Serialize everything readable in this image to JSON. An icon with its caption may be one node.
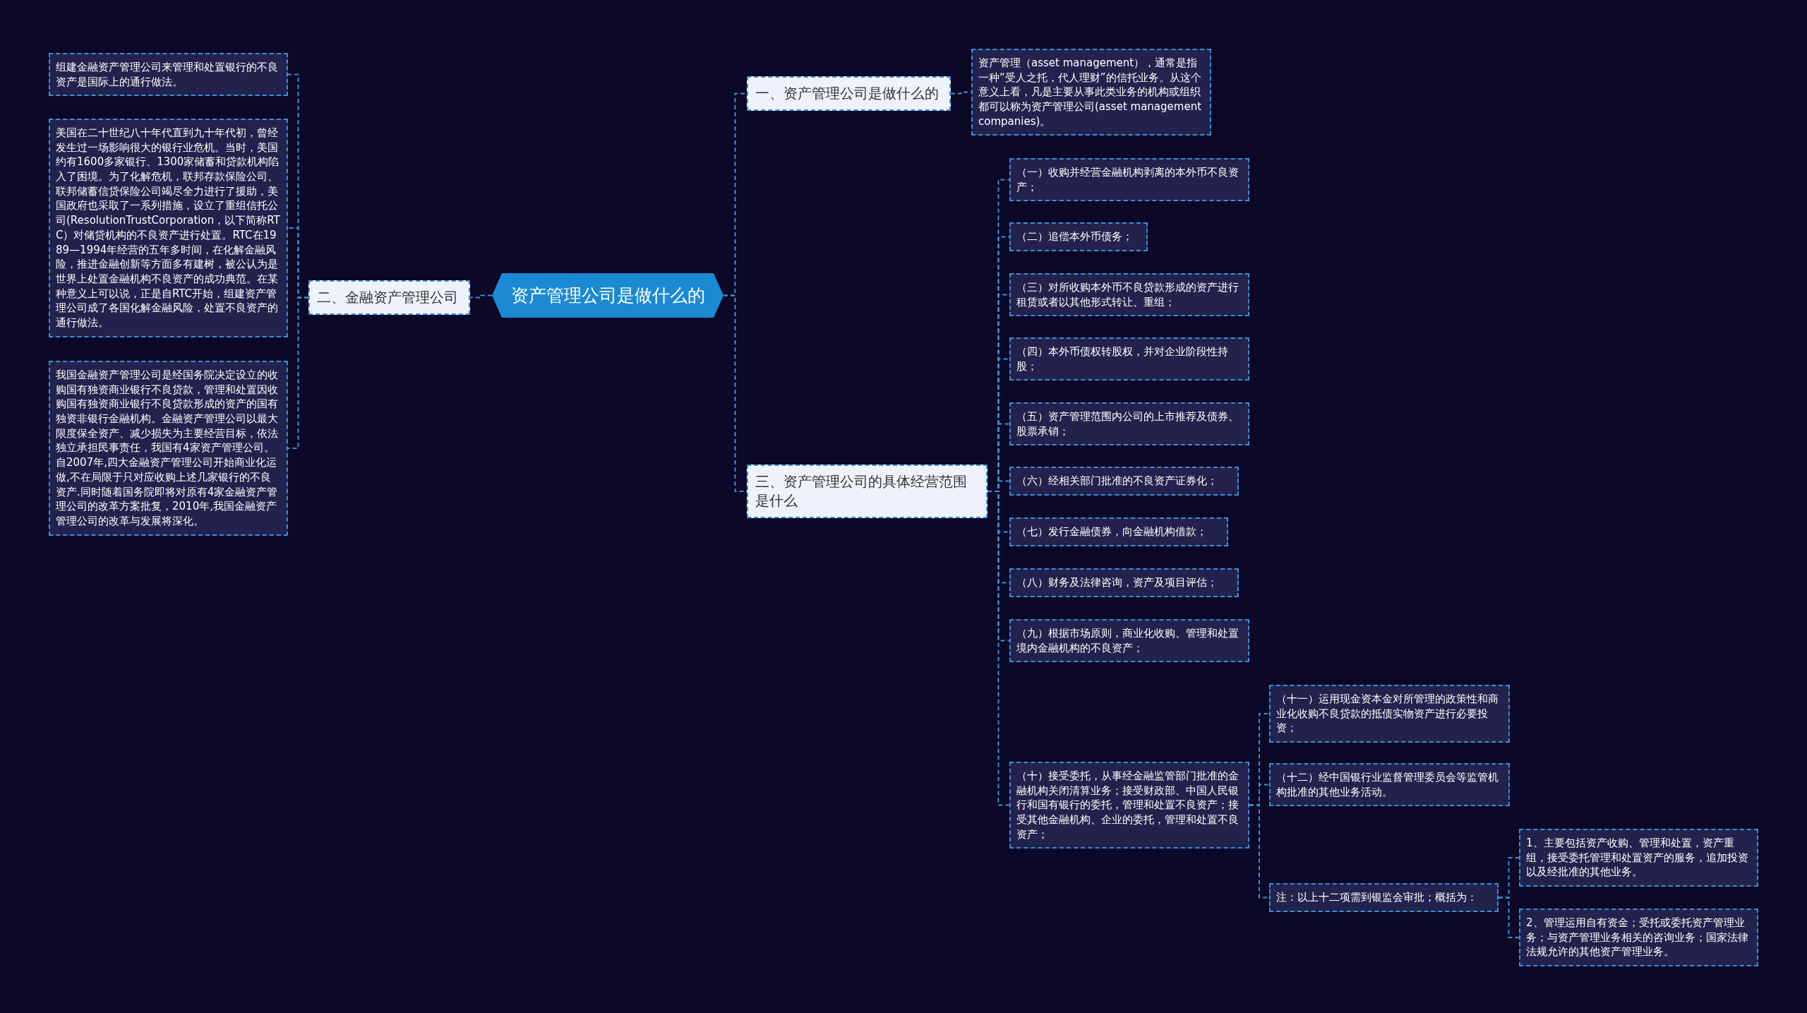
{
  "diagram": {
    "nodes": [
      {
        "text": [
          "资产管理公司是做什么的"
        ]
      },
      {
        "text": [
          "一、资产管理公司是做什么的"
        ]
      },
      {
        "text": [
          "资产管理（asset management），通常是指一种“受人之托，代人理财”的信托业务。从这个意义上看，凡是主要从事此类业务的机构或组织都可以称为资产管理公司(asset management companies)。"
        ]
      },
      {
        "text": [
          "二、金融资产管理公司"
        ]
      },
      {
        "text": [
          "组建金融资产管理公司来管理和处置银行的不良资产是国际上的通行做法。"
        ]
      },
      {
        "text": [
          "美国在二十世纪八十年代直到九十年代初，曾经发生过一场影响很大的银行业危机。当时，美国约有1600多家银行、1300家储蓄和贷款机构陷入了困境。为了化解危机，联邦存款保险公司、联邦储蓄信贷保险公司竭尽全力进行了援助，美国政府也采取了一系列措施，设立了重组信托公司(ResolutionTrustCorporation，以下简称RTC）对储贷机构的不良资产进行处置。RTC在1989—1994年经营的五年多时间，在化解金融风险，推进金融创新等方面多有建树，被公认为是世界上处置金融机构不良资产的成功典范。在某种意义上可以说，正是自RTC开始，组建资产管理公司成了各国化解金融风险，处置不良资产的通行做法。"
        ]
      },
      {
        "text": [
          "我国金融资产管理公司是经国务院决定设立的收购国有独资商业银行不良贷款，管理和处置因收购国有独资商业银行不良贷款形成的资产的国有独资非银行金融机构。金融资产管理公司以最大限度保全资产、减少损失为主要经营目标，依法独立承担民事责任，我国有4家资产管理公司。自2007年,四大金融资产管理公司开始商业化运做,不在局限于只对应收购上述几家银行的不良资产.同时随着国务院即将对原有4家金融资产管理公司的改革方案批复，2010年,我国金融资产管理公司的改革与发展将深化。"
        ]
      },
      {
        "text": [
          "三、资产管理公司的具体经营范围是什么"
        ]
      },
      {
        "text": [
          "（一）收购并经营金融机构剥离的本外币不良资产；"
        ]
      },
      {
        "text": [
          "（二）追偿本外币债务；"
        ]
      },
      {
        "text": [
          "（三）对所收购本外币不良贷款形成的资产进行租赁或者以其他形式转让、重组；"
        ]
      },
      {
        "text": [
          "（四）本外币债权转股权，并对企业阶段性持股；"
        ]
      },
      {
        "text": [
          "（五）资产管理范围内公司的上市推荐及债券、股票承销；"
        ]
      },
      {
        "text": [
          "（六）经相关部门批准的不良资产证券化；"
        ]
      },
      {
        "text": [
          "（七）发行金融债券，向金融机构借款；"
        ]
      },
      {
        "text": [
          "（八）财务及法律咨询，资产及项目评估；"
        ]
      },
      {
        "text": [
          "（九）根据市场原则，商业化收购、管理和处置境内金融机构的不良资产；"
        ]
      },
      {
        "text": [
          "（十）接受委托，从事经金融监管部门批准的金融机构关闭清算业务；接受财政部、中国人民银行和国有银行的委托，管理和处置不良资产；接受其他金融机构、企业的委托，管理和处置不良资产；"
        ]
      },
      {
        "text": [
          "（十一）运用现金资本金对所管理的政策性和商业化收购不良贷款的抵债实物资产进行必要投资；"
        ]
      },
      {
        "text": [
          "（十二）经中国银行业监督管理委员会等监管机构批准的其他业务活动。"
        ]
      },
      {
        "text": [
          "注：以上十二项需到银监会审批；概括为："
        ]
      },
      {
        "text": [
          "1、主要包括资产收购、管理和处置，资产重组，接受委托管理和处置资产的服务，追加投资以及经批准的其他业务。"
        ]
      },
      {
        "text": [
          "2、管理运用自有资金；受托或委托资产管理业务；与资产管理业务相关的咨询业务；国家法律法规允许的其他资产管理业务。"
        ]
      }
    ],
    "edges": [
      {
        "from": 0,
        "to": 1,
        "arrow": "none"
      },
      {
        "from": 1,
        "to": 2,
        "arrow": "none"
      },
      {
        "from": 0,
        "to": 3,
        "arrow": "none"
      },
      {
        "from": 3,
        "to": 4,
        "arrow": "none"
      },
      {
        "from": 3,
        "to": 5,
        "arrow": "none"
      },
      {
        "from": 3,
        "to": 6,
        "arrow": "none"
      },
      {
        "from": 0,
        "to": 7,
        "arrow": "none"
      },
      {
        "from": 7,
        "to": 8,
        "arrow": "none"
      },
      {
        "from": 7,
        "to": 9,
        "arrow": "none"
      },
      {
        "from": 7,
        "to": 10,
        "arrow": "none"
      },
      {
        "from": 7,
        "to": 11,
        "arrow": "none"
      },
      {
        "from": 7,
        "to": 12,
        "arrow": "none"
      },
      {
        "from": 7,
        "to": 13,
        "arrow": "none"
      },
      {
        "from": 7,
        "to": 14,
        "arrow": "none"
      },
      {
        "from": 7,
        "to": 15,
        "arrow": "none"
      },
      {
        "from": 7,
        "to": 16,
        "arrow": "none"
      },
      {
        "from": 7,
        "to": 17,
        "arrow": "none"
      },
      {
        "from": 17,
        "to": 18,
        "arrow": "none"
      },
      {
        "from": 17,
        "to": 19,
        "arrow": "none"
      },
      {
        "from": 17,
        "to": 20,
        "arrow": "none"
      },
      {
        "from": 20,
        "to": 21,
        "arrow": "none"
      },
      {
        "from": 20,
        "to": 22,
        "arrow": "none"
      }
    ]
  }
}
